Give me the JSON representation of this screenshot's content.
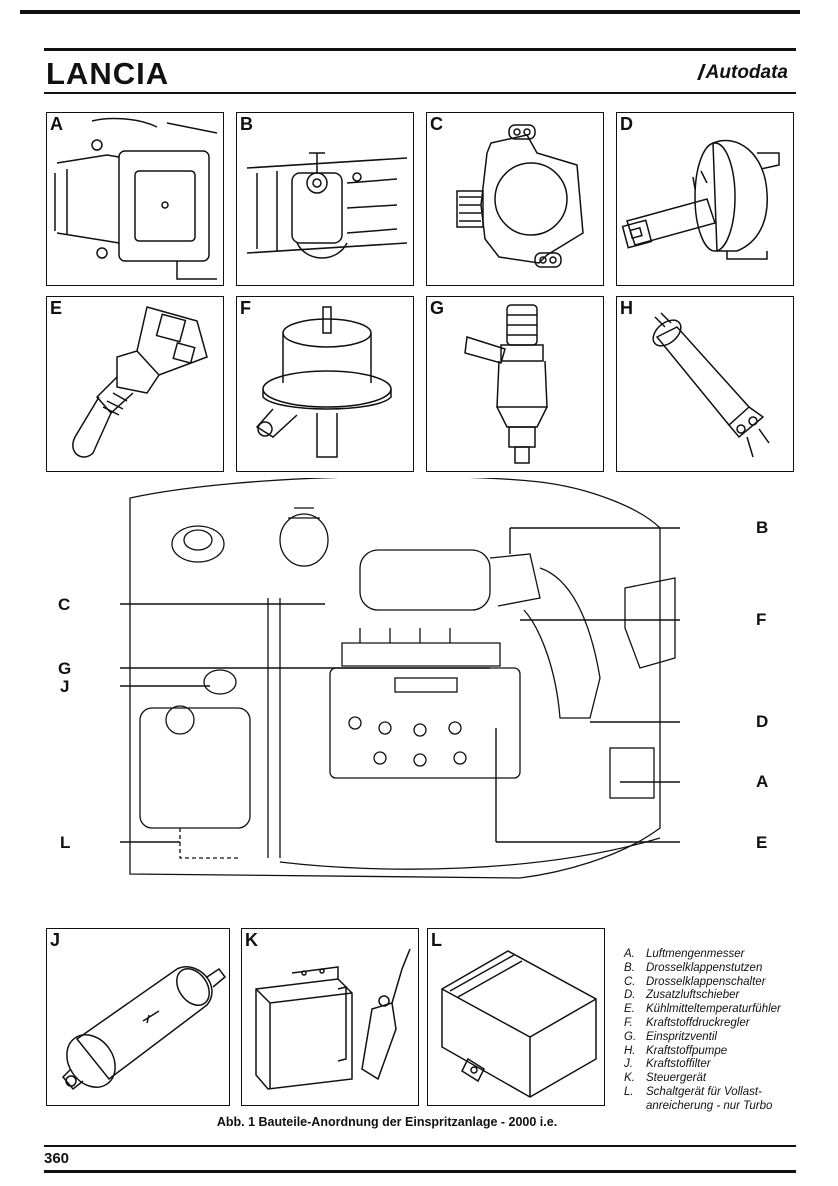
{
  "header": {
    "brand": "LANCIA",
    "publisher": "Autodata"
  },
  "panels": [
    {
      "letter": "A",
      "icon": "airflow-meter-icon"
    },
    {
      "letter": "B",
      "icon": "throttle-housing-icon"
    },
    {
      "letter": "C",
      "icon": "throttle-switch-icon"
    },
    {
      "letter": "D",
      "icon": "auxiliary-air-valve-icon"
    },
    {
      "letter": "E",
      "icon": "coolant-temp-sensor-icon"
    },
    {
      "letter": "F",
      "icon": "fuel-pressure-regulator-icon"
    },
    {
      "letter": "G",
      "icon": "injector-icon"
    },
    {
      "letter": "H",
      "icon": "fuel-pump-icon"
    },
    {
      "letter": "J",
      "icon": "fuel-filter-icon"
    },
    {
      "letter": "K",
      "icon": "control-unit-icon"
    },
    {
      "letter": "L",
      "icon": "full-load-switch-unit-icon"
    }
  ],
  "engine_callouts": {
    "left": [
      "C",
      "G",
      "J",
      "L"
    ],
    "right": [
      "B",
      "F",
      "D",
      "A",
      "E"
    ]
  },
  "legend": [
    {
      "key": "A.",
      "text": "Luftmengenmesser"
    },
    {
      "key": "B.",
      "text": "Drosselklappenstutzen"
    },
    {
      "key": "C.",
      "text": "Drosselklappenschalter"
    },
    {
      "key": "D.",
      "text": "Zusatzluftschieber"
    },
    {
      "key": "E.",
      "text": "Kühlmitteltemperaturfühler"
    },
    {
      "key": "F.",
      "text": "Kraftstoffdruckregler"
    },
    {
      "key": "G.",
      "text": "Einspritzventil"
    },
    {
      "key": "H.",
      "text": "Kraftstoffpumpe"
    },
    {
      "key": "J.",
      "text": "Kraftstoffilter"
    },
    {
      "key": "K.",
      "text": "Steuergerät"
    },
    {
      "key": "L.",
      "text": "Schaltgerät für Vollast-\nanreicherung - nur Turbo"
    }
  ],
  "caption": "Abb. 1 Bauteile-Anordnung der Einspritzanlage - 2000 i.e.",
  "page_number": "360",
  "colors": {
    "ink": "#111111",
    "paper": "#ffffff"
  }
}
